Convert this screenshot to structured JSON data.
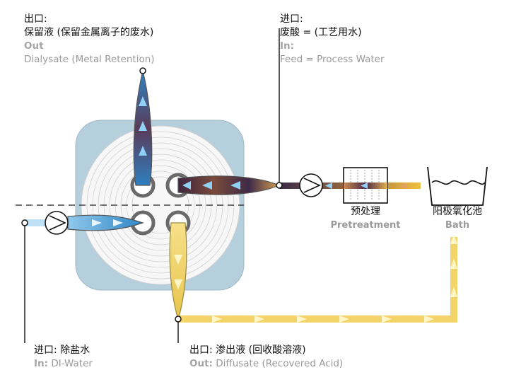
{
  "outlet_top": {
    "zh_prefix": "出口:",
    "zh_desc": "保留液 (保留金属离子的废水)",
    "en_prefix": "Out",
    "en_desc": "Dialysate (Metal Retention)"
  },
  "inlet_top": {
    "zh_prefix": "进口:",
    "zh_desc": "废酸 = (工艺用水)",
    "en_prefix": "In:",
    "en_desc": "Feed = Process Water"
  },
  "pretreatment": {
    "zh": "预处理",
    "en": "Pretreatment"
  },
  "bath": {
    "zh": "阳极氧化池",
    "en": "Bath"
  },
  "inlet_bottom": {
    "zh": "进口: 除盐水",
    "en_prefix": "In:",
    "en_desc": "DI-Water"
  },
  "outlet_bottom": {
    "zh": "出口: 渗出液 (回收酸溶液)",
    "en_prefix": "Out:",
    "en_desc": "Diffusate (Recovered Acid)"
  },
  "colors": {
    "module_bg": "#b6cfdc",
    "feed_dark": "#4a2a40",
    "feed_warm": "#c8924a",
    "water_blue": "#2f86c6",
    "acid_yellow": "#f2d469"
  }
}
